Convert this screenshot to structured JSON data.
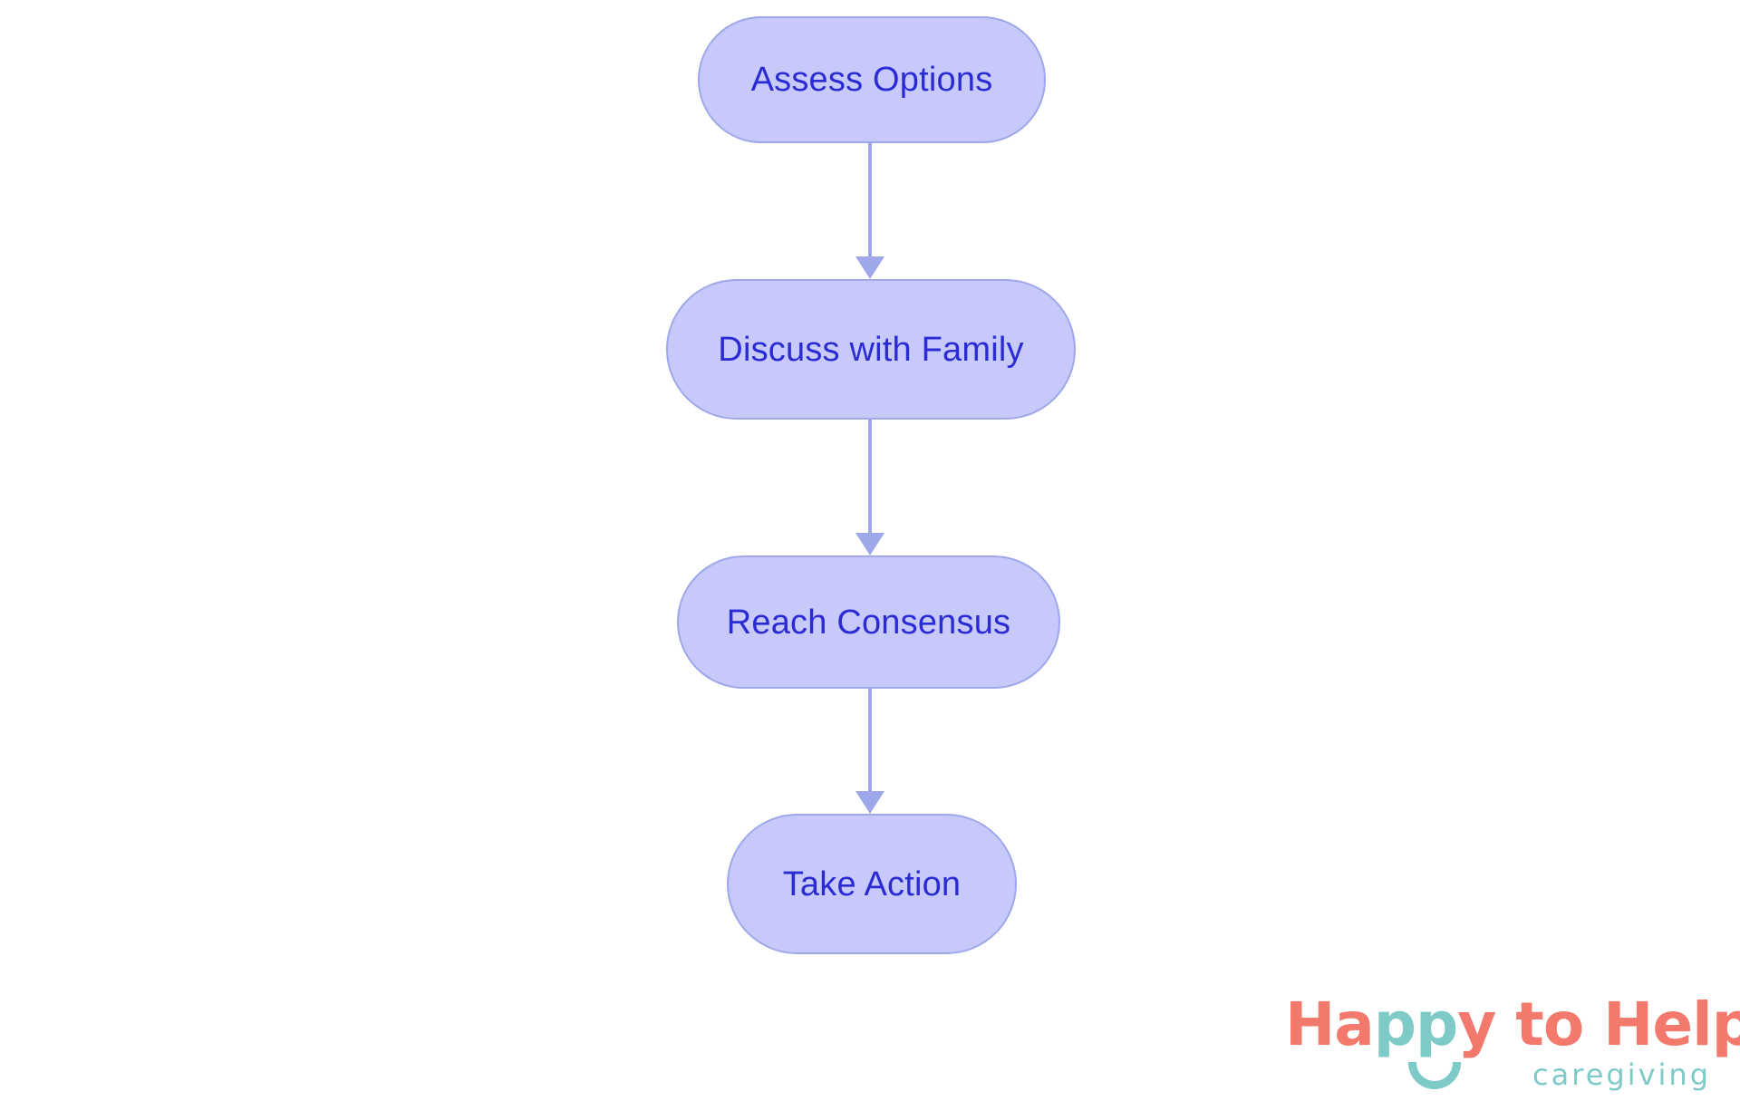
{
  "chart_data": {
    "type": "diagram",
    "diagram_type": "flowchart",
    "orientation": "top-to-bottom",
    "title": "",
    "nodes": [
      {
        "id": "assess-options",
        "label": "Assess Options",
        "shape": "stadium"
      },
      {
        "id": "discuss-with-family",
        "label": "Discuss with Family",
        "shape": "stadium"
      },
      {
        "id": "reach-consensus",
        "label": "Reach Consensus",
        "shape": "stadium"
      },
      {
        "id": "take-action",
        "label": "Take Action",
        "shape": "stadium"
      }
    ],
    "edges": [
      {
        "from": "assess-options",
        "to": "discuss-with-family",
        "label": "",
        "arrow": "down"
      },
      {
        "from": "discuss-with-family",
        "to": "reach-consensus",
        "label": "",
        "arrow": "down"
      },
      {
        "from": "reach-consensus",
        "to": "take-action",
        "label": "",
        "arrow": "down"
      }
    ],
    "colors": {
      "node_fill": "#C6C9F9",
      "node_border": "#9EA7EA",
      "node_text": "#2B2BD4",
      "edge": "#9EA7EA",
      "background": "#FFFFFF"
    }
  },
  "flow": {
    "nodes": [
      {
        "label": "Assess Options"
      },
      {
        "label": "Discuss with Family"
      },
      {
        "label": "Reach Consensus"
      },
      {
        "label": "Take Action"
      }
    ]
  },
  "logo": {
    "word_1": "Ha",
    "word_2": "pp",
    "word_3": "y to Help",
    "subtitle": "caregiving",
    "coral": "#F2796C",
    "teal": "#7ECAC7"
  }
}
